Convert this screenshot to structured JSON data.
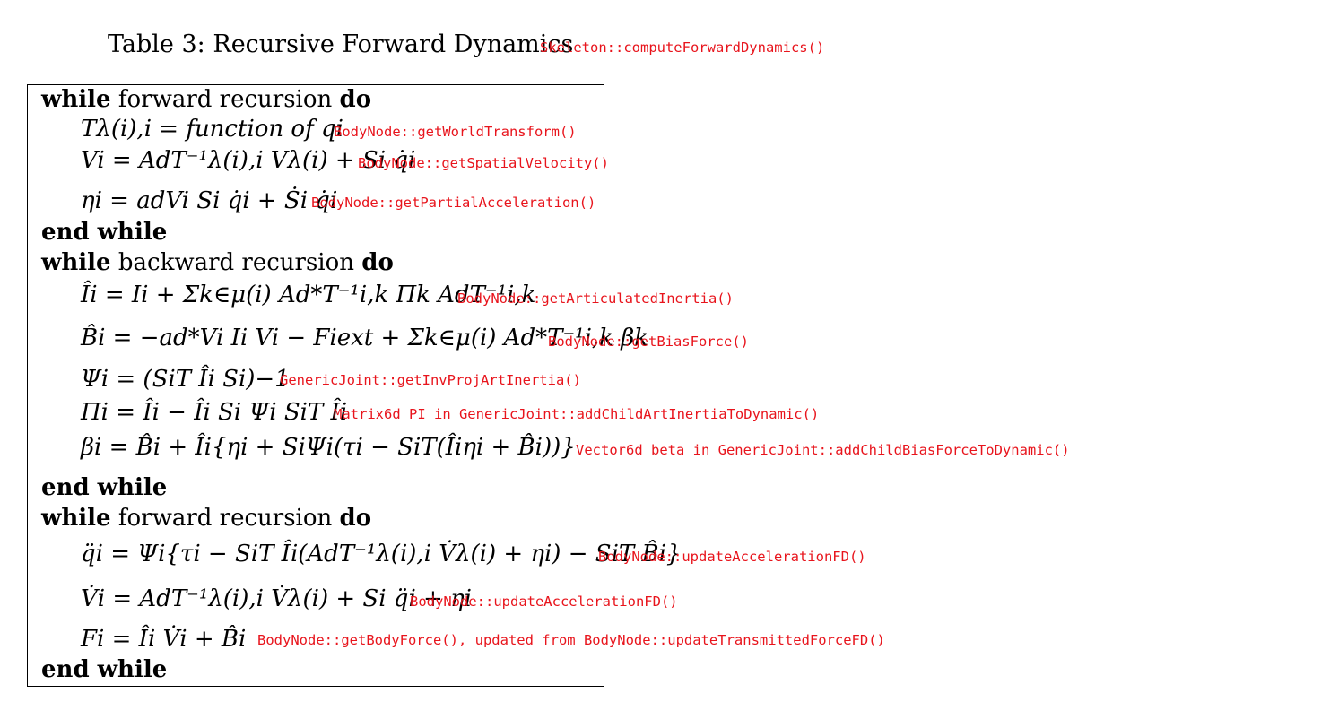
{
  "caption": {
    "label": "Table 3:",
    "title": "Recursive Forward Dynamics",
    "code": "Skeleton::computeForwardDynamics()"
  },
  "blocks": {
    "forward1_start": {
      "kw1": "while",
      "text": "forward recursion",
      "kw2": "do"
    },
    "forward1_end": "end while",
    "backward_start": {
      "kw1": "while",
      "text": "backward recursion",
      "kw2": "do"
    },
    "backward_end": "end while",
    "forward2_start": {
      "kw1": "while",
      "text": "forward recursion",
      "kw2": "do"
    },
    "forward2_end": "end while"
  },
  "equations": [
    {
      "math": "Tλ(i),i = function of qi",
      "code": "BodyNode::getWorldTransform()"
    },
    {
      "math": "Vi = AdT⁻¹λ(i),i Vλ(i) + Si q̇i",
      "code": "BodyNode::getSpatialVelocity()"
    },
    {
      "math": "ηi = adVi Si q̇i + Ṡi q̇i",
      "code": "BodyNode::getPartialAcceleration()"
    },
    {
      "math": "Îi = Ii + Σk∈μ(i) Ad*T⁻¹i,k Πk AdT⁻¹i,k",
      "code": "BodyNode::getArticulatedInertia()"
    },
    {
      "math": "B̂i = −ad*Vi Ii Vi − Fiext + Σk∈μ(i) Ad*T⁻¹i,k βk",
      "code": "BodyNode::getBiasForce()"
    },
    {
      "math": "Ψi = (SiT Îi Si)−1",
      "code": "GenericJoint::getInvProjArtInertia()"
    },
    {
      "math": "Πi = Îi − Îi Si Ψi SiT Îi",
      "code": "Matrix6d PI in GenericJoint::addChildArtInertiaToDynamic()"
    },
    {
      "math": "βi = B̂i + Îi{ηi + SiΨi(τi − SiT(Îiηi + B̂i))}",
      "code": "Vector6d beta in GenericJoint::addChildBiasForceToDynamic()"
    },
    {
      "math": "q̈i = Ψi{τi − SiT Îi(AdT⁻¹λ(i),i V̇λ(i) + ηi) − SiT B̂i}",
      "code": "BodyNode::updateAccelerationFD()"
    },
    {
      "math": "V̇i = AdT⁻¹λ(i),i V̇λ(i) + Si q̈i + ηi",
      "code": "BodyNode::updateAccelerationFD()"
    },
    {
      "math": "Fi = Îi V̇i + B̂i",
      "code": "BodyNode::getBodyForce(), updated from BodyNode::updateTransmittedForceFD()"
    }
  ]
}
